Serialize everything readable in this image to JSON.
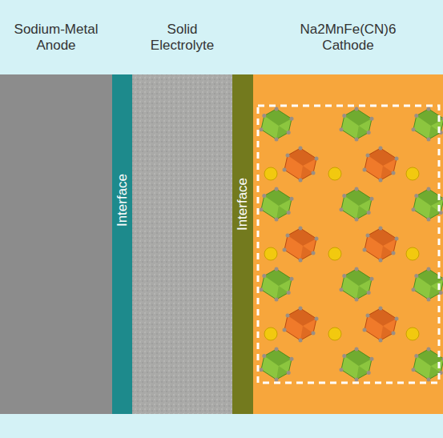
{
  "diagram": {
    "nodes": [
      {
        "text": [
          "Sodium-Metal Anode"
        ]
      },
      {
        "text": [
          "Interface"
        ]
      },
      {
        "text": [
          "Solid Electrolyte"
        ]
      },
      {
        "text": [
          "Interface"
        ]
      },
      {
        "text": [
          "Na2MnFe(CN)6 Cathode"
        ]
      }
    ]
  }
}
